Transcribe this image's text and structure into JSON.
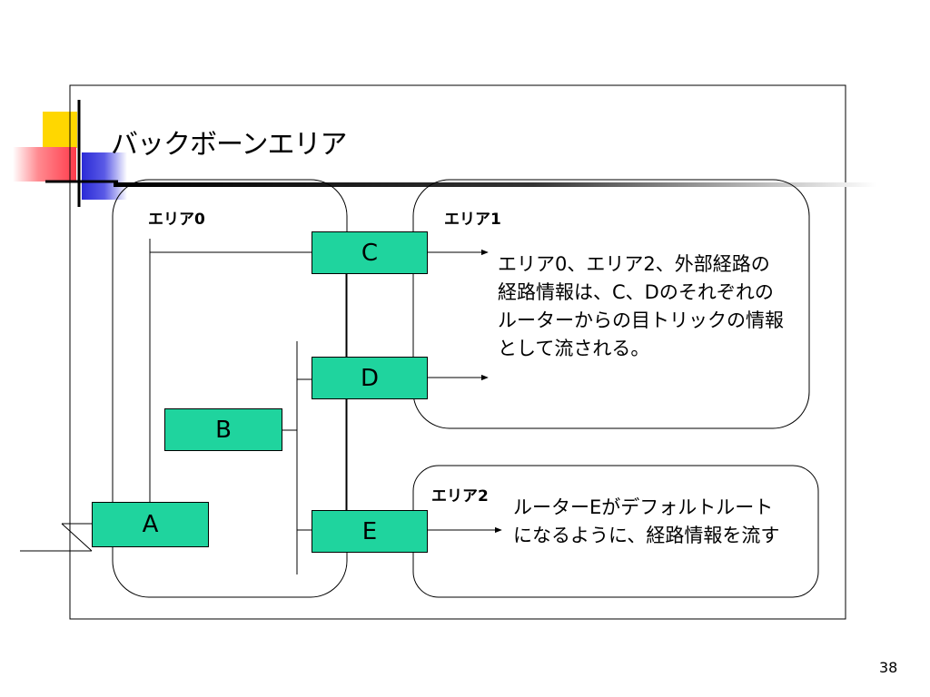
{
  "slide": {
    "title": "バックボーンエリア",
    "page_number": "38"
  },
  "areas": {
    "area0": "エリア0",
    "area1": "エリア1",
    "area2": "エリア2"
  },
  "routers": {
    "a": "A",
    "b": "B",
    "c": "C",
    "d": "D",
    "e": "E"
  },
  "descriptions": {
    "area1_text": "エリア0、エリア2、外部経路の経路情報は、C、Dのそれぞれのルーターからの目トリックの情報として流される。",
    "area2_text": "ルーターEがデフォルトルートになるように、経路情報を流す"
  },
  "colors": {
    "router_fill": "#1fd49e",
    "accent_yellow": "#ffd700",
    "accent_red": "#ff4a5a",
    "accent_blue": "#2b2bd6"
  }
}
